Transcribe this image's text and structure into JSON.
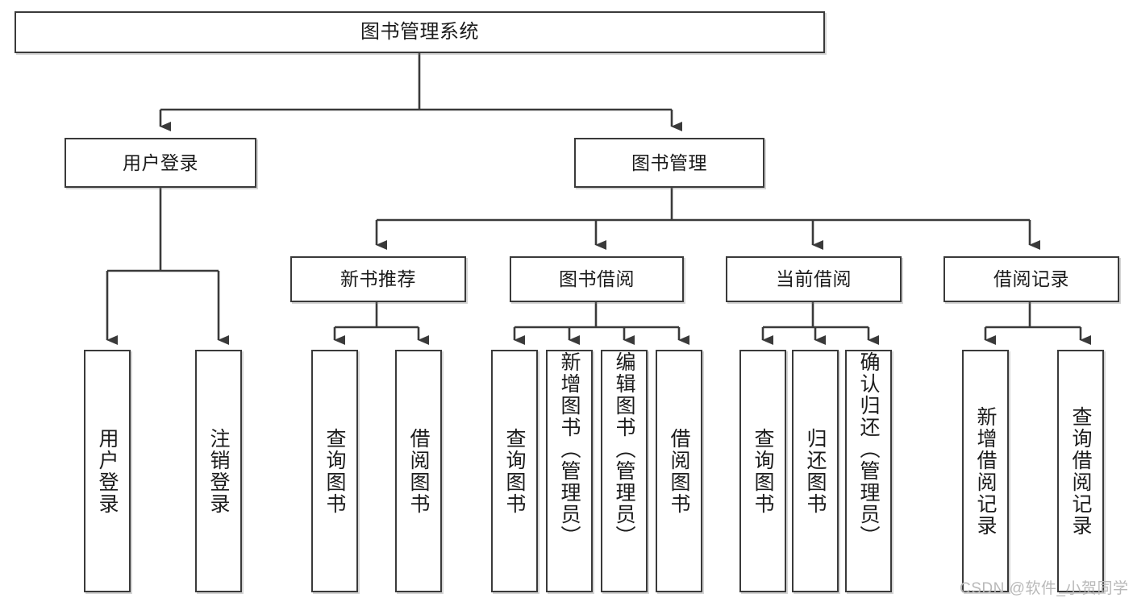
{
  "diagram": {
    "title": "图书管理系统",
    "type": "tree-hierarchy",
    "root": {
      "label": "图书管理系统"
    },
    "level2": [
      {
        "label": "用户登录"
      },
      {
        "label": "图书管理"
      }
    ],
    "level3": [
      {
        "label": "新书推荐"
      },
      {
        "label": "图书借阅"
      },
      {
        "label": "当前借阅"
      },
      {
        "label": "借阅记录"
      }
    ],
    "leaves": {
      "user_login": [
        {
          "label": "用户登录"
        },
        {
          "label": "注销登录"
        }
      ],
      "new_book_recommend": [
        {
          "label": "查询图书"
        },
        {
          "label": "借阅图书"
        }
      ],
      "book_borrow": [
        {
          "label": "查询图书"
        },
        {
          "label": "新增图书（管理员）"
        },
        {
          "label": "编辑图书（管理员）"
        },
        {
          "label": "借阅图书"
        }
      ],
      "current_borrow": [
        {
          "label": "查询图书"
        },
        {
          "label": "归还图书"
        },
        {
          "label": "确认归还（管理员）"
        }
      ],
      "borrow_records": [
        {
          "label": "新增借阅记录"
        },
        {
          "label": "查询借阅记录"
        }
      ]
    }
  },
  "watermark": {
    "text": "CSDN @软件_小贺同学"
  },
  "colors": {
    "stroke": "#3a3a3a",
    "background": "#ffffff",
    "text": "#1b1b1b",
    "watermark": "#b9b9b9"
  }
}
